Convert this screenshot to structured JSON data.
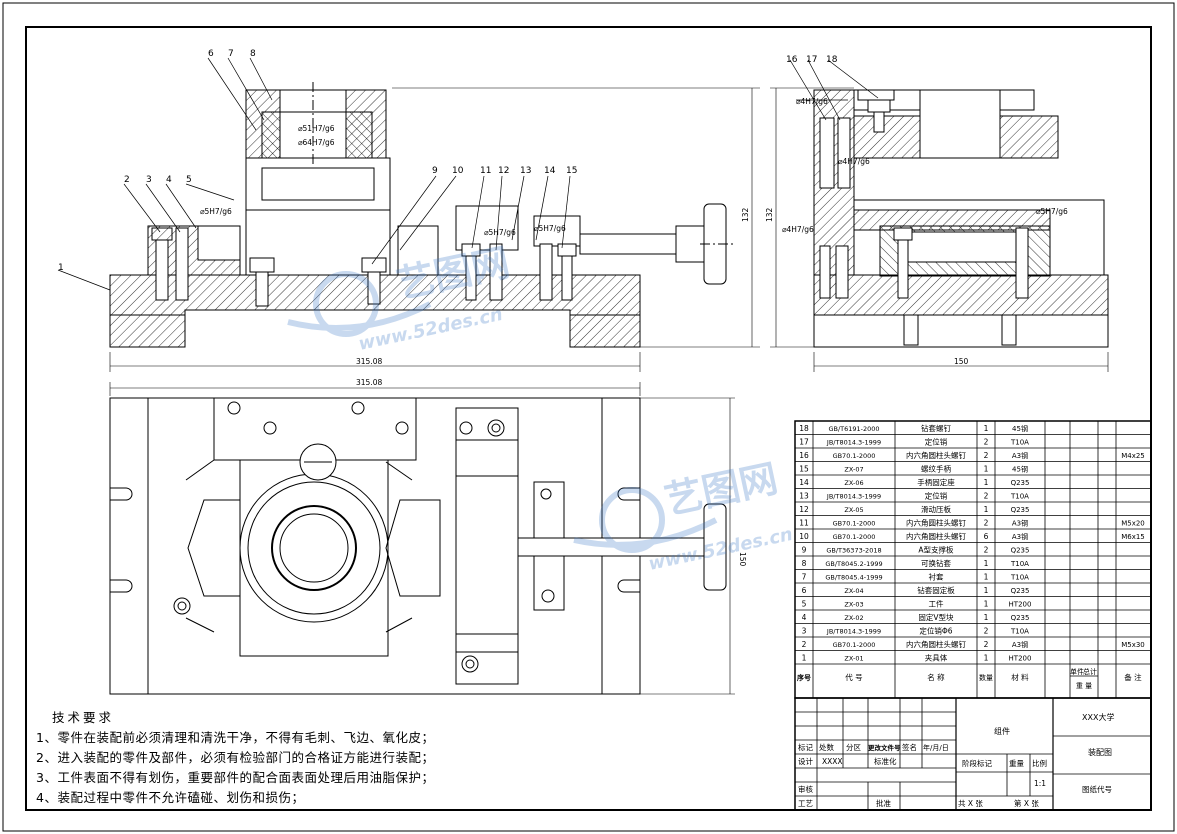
{
  "drawing": {
    "callouts_front": [
      "1",
      "2",
      "3",
      "4",
      "5",
      "6",
      "7",
      "8",
      "9",
      "10",
      "11",
      "12",
      "13",
      "14",
      "15"
    ],
    "callouts_side": [
      "16",
      "17",
      "18"
    ],
    "fits": {
      "f51": "⌀51H7/g6",
      "f64": "⌀64H7/g6",
      "f5a": "⌀5H7/g6",
      "f5b": "⌀5H7/g6",
      "f5c": "⌀5H7/g6",
      "f4a": "⌀4H7/g6",
      "f4b": "⌀4H7/g6",
      "f4c": "⌀4H7/g6",
      "f5d": "⌀5H7/g6"
    },
    "dims": {
      "front_height": "132",
      "side_height": "132",
      "front_width": "315.08",
      "top_width": "315.08",
      "side_width": "150",
      "top_depth": "150"
    }
  },
  "watermark": {
    "cn": "艺图网",
    "url": "www.52des.cn"
  },
  "bom": {
    "rows": [
      {
        "no": "18",
        "code": "GB/T6191-2000",
        "name": "钻套螺钉",
        "qty": "1",
        "mat": "45钢",
        "note": ""
      },
      {
        "no": "17",
        "code": "JB/T8014.3-1999",
        "name": "定位销",
        "qty": "2",
        "mat": "T10A",
        "note": ""
      },
      {
        "no": "16",
        "code": "GB70.1-2000",
        "name": "内六角圆柱头螺钉",
        "qty": "2",
        "mat": "A3钢",
        "note": "M4x25"
      },
      {
        "no": "15",
        "code": "ZX-07",
        "name": "螺纹手柄",
        "qty": "1",
        "mat": "45钢",
        "note": ""
      },
      {
        "no": "14",
        "code": "ZX-06",
        "name": "手柄固定座",
        "qty": "1",
        "mat": "Q235",
        "note": ""
      },
      {
        "no": "13",
        "code": "JB/T8014.3-1999",
        "name": "定位销",
        "qty": "2",
        "mat": "T10A",
        "note": ""
      },
      {
        "no": "12",
        "code": "ZX-05",
        "name": "滑动压板",
        "qty": "1",
        "mat": "Q235",
        "note": ""
      },
      {
        "no": "11",
        "code": "GB70.1-2000",
        "name": "内六角圆柱头螺钉",
        "qty": "2",
        "mat": "A3钢",
        "note": "M5x20"
      },
      {
        "no": "10",
        "code": "GB70.1-2000",
        "name": "内六角圆柱头螺钉",
        "qty": "6",
        "mat": "A3钢",
        "note": "M6x15"
      },
      {
        "no": "9",
        "code": "GB/T36373-2018",
        "name": "A型支撑板",
        "qty": "2",
        "mat": "Q235",
        "note": ""
      },
      {
        "no": "8",
        "code": "GB/T8045.2-1999",
        "name": "可换钻套",
        "qty": "1",
        "mat": "T10A",
        "note": ""
      },
      {
        "no": "7",
        "code": "GB/T8045.4-1999",
        "name": "衬套",
        "qty": "1",
        "mat": "T10A",
        "note": ""
      },
      {
        "no": "6",
        "code": "ZX-04",
        "name": "钻套固定板",
        "qty": "1",
        "mat": "Q235",
        "note": ""
      },
      {
        "no": "5",
        "code": "ZX-03",
        "name": "工件",
        "qty": "1",
        "mat": "HT200",
        "note": ""
      },
      {
        "no": "4",
        "code": "ZX-02",
        "name": "固定V型块",
        "qty": "1",
        "mat": "Q235",
        "note": ""
      },
      {
        "no": "3",
        "code": "JB/T8014.3-1999",
        "name": "定位销Φ6",
        "qty": "2",
        "mat": "T10A",
        "note": ""
      },
      {
        "no": "2",
        "code": "GB70.1-2000",
        "name": "内六角圆柱头螺钉",
        "qty": "2",
        "mat": "A3钢",
        "note": "M5x30"
      },
      {
        "no": "1",
        "code": "ZX-01",
        "name": "夹具体",
        "qty": "1",
        "mat": "HT200",
        "note": ""
      }
    ],
    "header": {
      "no": "序号",
      "code": "代 号",
      "name": "名 称",
      "qty": "数量",
      "mat": "材 料",
      "single": "单件",
      "total": "总计",
      "weight": "重 量",
      "note": "备 注"
    }
  },
  "title_block": {
    "group": "组件",
    "university": "XXX大学",
    "drawing_name": "装配图",
    "drawing_code": "图纸代号",
    "mark": "标记",
    "count": "处数",
    "zone": "分区",
    "change_doc": "更改文件号",
    "sign": "签名",
    "date": "年/月/日",
    "design": "设计",
    "designer": "XXXX",
    "standard": "标准化",
    "stage": "阶段标记",
    "weight": "重量",
    "ratio_label": "比例",
    "ratio": "1:1",
    "review": "审核",
    "process": "工艺",
    "approve": "批准",
    "sheets_total": "共 X 张",
    "sheet_no": "第 X 张"
  },
  "tech_req": {
    "title": "技术要求",
    "items": [
      "1、零件在装配前必须清理和清洗干净，不得有毛刺、飞边、氧化皮；",
      "2、进入装配的零件及部件，必须有检验部门的合格证方能进行装配；",
      "3、工件表面不得有划伤，重要部件的配合面表面处理后用油脂保护；",
      "4、装配过程中零件不允许磕碰、划伤和损伤；"
    ]
  }
}
